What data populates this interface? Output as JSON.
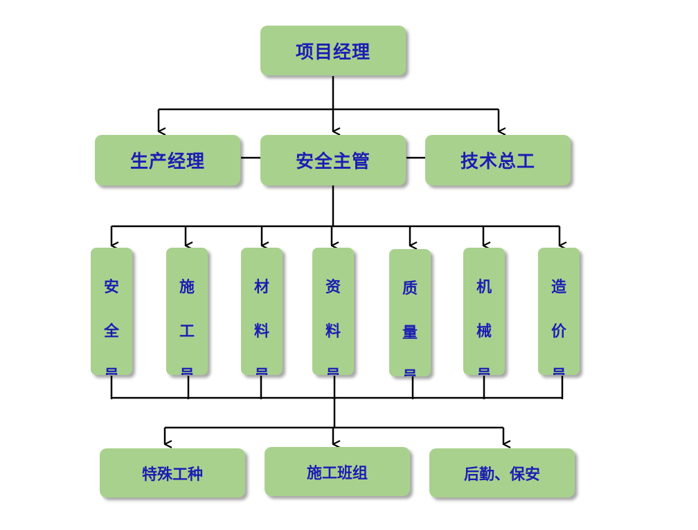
{
  "top": {
    "label": "项目经理"
  },
  "second_level": [
    {
      "label": "生产经理"
    },
    {
      "label": "安全主管"
    },
    {
      "label": "技术总工"
    }
  ],
  "staff": [
    {
      "chars": [
        "安",
        "全",
        "员"
      ]
    },
    {
      "chars": [
        "施",
        "工",
        "员"
      ]
    },
    {
      "chars": [
        "材",
        "料",
        "员"
      ]
    },
    {
      "chars": [
        "资",
        "料",
        "员"
      ]
    },
    {
      "chars": [
        "质",
        "量",
        "员"
      ]
    },
    {
      "chars": [
        "机",
        "械",
        "员"
      ]
    },
    {
      "chars": [
        "造",
        "价",
        "员"
      ]
    }
  ],
  "bottom_level": [
    {
      "label": "特殊工种"
    },
    {
      "label": "施工班组"
    },
    {
      "label": "后勤、保安"
    }
  ],
  "colors": {
    "box_fill": "#a9d18e",
    "text": "#1c1cb4",
    "line": "#000000"
  }
}
